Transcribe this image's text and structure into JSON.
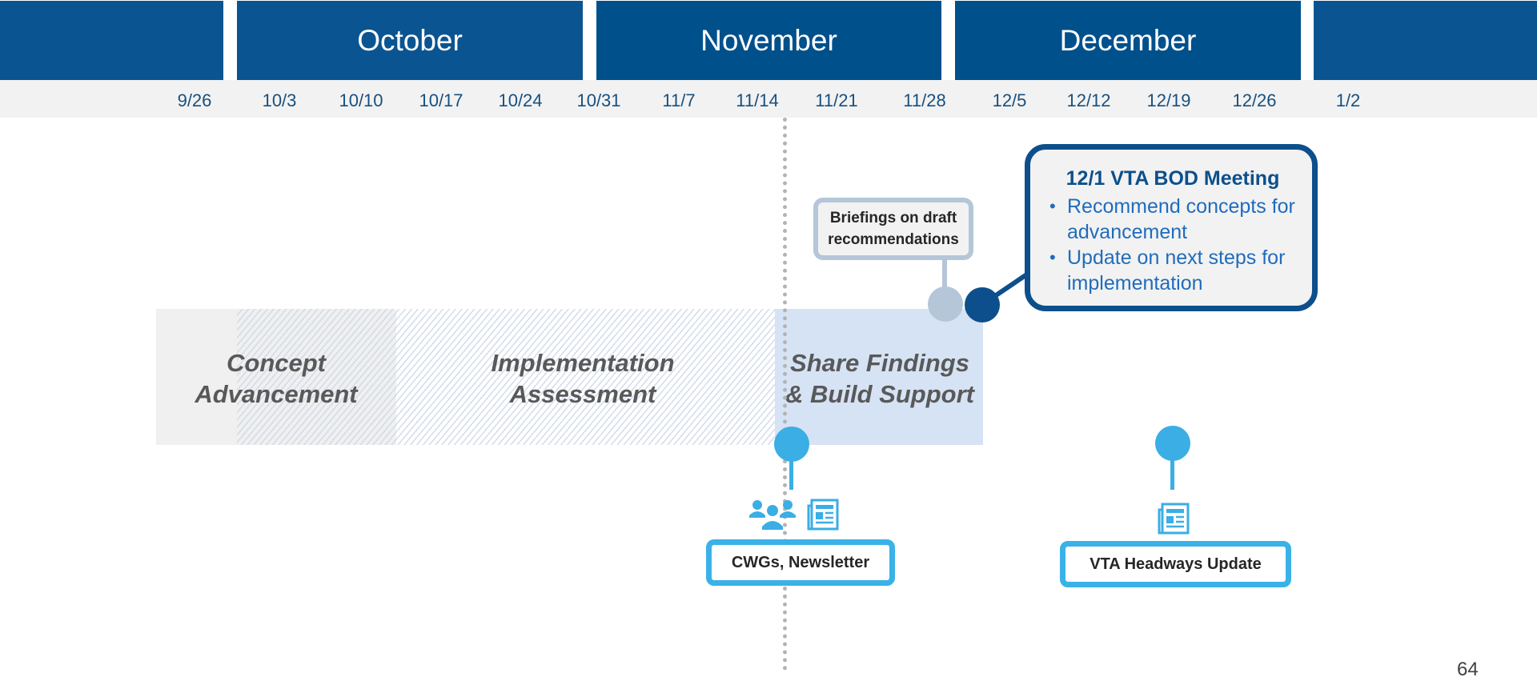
{
  "timeline": {
    "months": [
      "",
      "October",
      "November",
      "December",
      ""
    ],
    "dates": [
      "9/26",
      "10/3",
      "10/10",
      "10/17",
      "10/24",
      "10/31",
      "11/7",
      "11/14",
      "11/21",
      "11/28",
      "12/5",
      "12/12",
      "12/19",
      "12/26",
      "1/2"
    ]
  },
  "phases": {
    "concept": {
      "line1": "Concept",
      "line2": "Advancement"
    },
    "implementation": {
      "line1": "Implementation",
      "line2": "Assessment"
    },
    "share": {
      "line1": "Share Findings",
      "line2": "& Build Support"
    }
  },
  "callouts": {
    "briefings": {
      "line1": "Briefings on draft",
      "line2": "recommendations"
    },
    "bod_meeting": {
      "title": "12/1 VTA BOD Meeting",
      "bullets": [
        "Recommend concepts for advancement",
        "Update on next steps for implementation"
      ]
    }
  },
  "events": {
    "cwgs": {
      "label": "CWGs, Newsletter",
      "icons": [
        "people-icon",
        "newsletter-icon"
      ]
    },
    "headways": {
      "label": "VTA Headways Update",
      "icons": [
        "newsletter-icon"
      ]
    }
  },
  "colors": {
    "month_bar": "#0a5591",
    "date_text": "#17507f",
    "bod_accent": "#0c4f8c",
    "event_accent": "#3ab2e7",
    "briefing_accent": "#b4c6d8",
    "phase_blue": "#d6e3f5"
  },
  "page_number": "64"
}
